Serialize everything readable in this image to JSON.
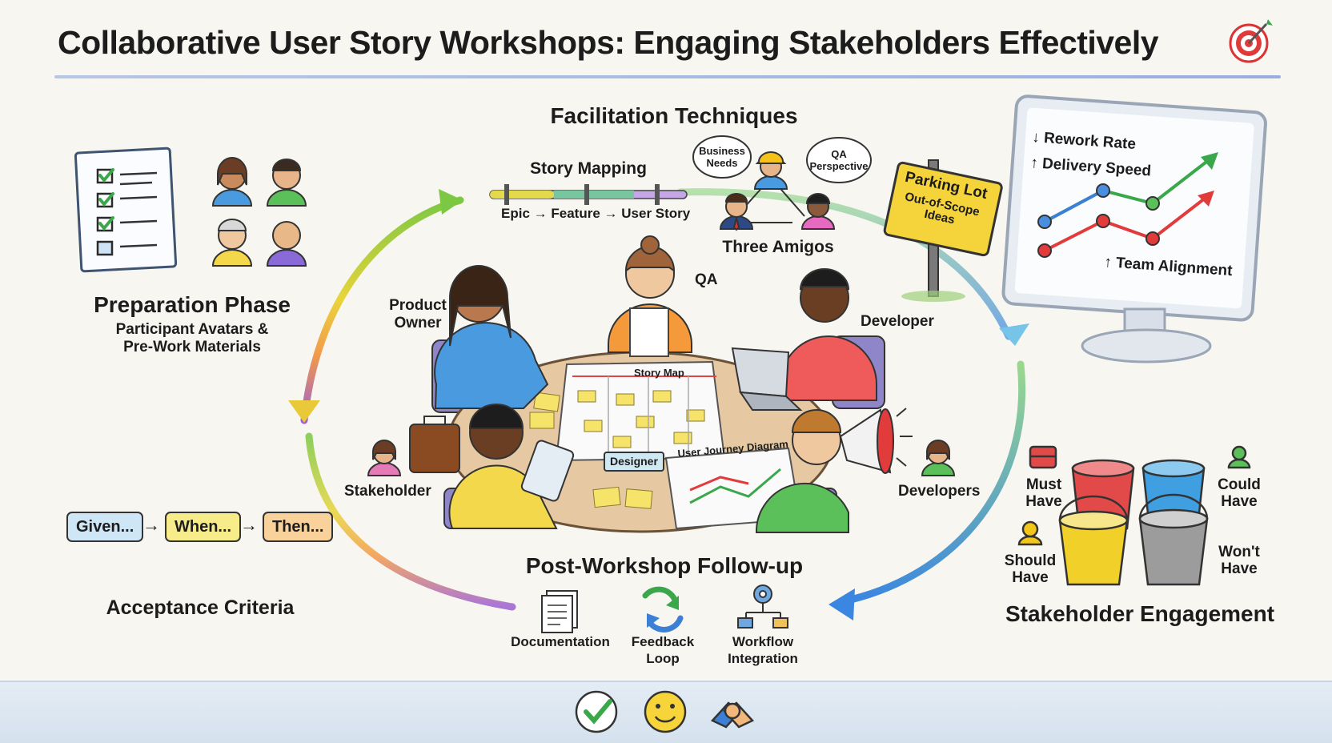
{
  "title": "Collaborative User Story Workshops: Engaging Stakeholders Effectively",
  "preparation": {
    "heading": "Preparation Phase",
    "subtitle_line1": "Participant Avatars &",
    "subtitle_line2": "Pre-Work Materials"
  },
  "facilitation": {
    "heading": "Facilitation Techniques",
    "story_mapping": {
      "label": "Story Mapping",
      "flow": [
        "Epic",
        "Feature",
        "User Story"
      ]
    },
    "three_amigos": {
      "label": "Three Amigos",
      "bubble_business_line1": "Business",
      "bubble_business_line2": "Needs",
      "bubble_qa_line1": "QA",
      "bubble_qa_line2": "Perspective"
    }
  },
  "parking_lot": {
    "title": "Parking Lot",
    "line1": "Out-of-Scope",
    "line2": "Ideas"
  },
  "metrics": {
    "rework": "↓ Rework Rate",
    "delivery": "↑ Delivery Speed",
    "alignment": "↑ Team Alignment"
  },
  "table": {
    "roles": {
      "qa": "QA",
      "product_owner_line1": "Product",
      "product_owner_line2": "Owner",
      "developer": "Developer",
      "stakeholder": "Stakeholder",
      "developers": "Developers",
      "designer": "Designer"
    },
    "story_map_label": "Story Map",
    "journey_label": "User Journey Diagram"
  },
  "acceptance": {
    "heading": "Acceptance Criteria",
    "steps": [
      "Given...",
      "When...",
      "Then..."
    ]
  },
  "post_workshop": {
    "heading": "Post-Workshop Follow-up",
    "items": [
      {
        "line1": "Documentation",
        "line2": ""
      },
      {
        "line1": "Feedback",
        "line2": "Loop"
      },
      {
        "line1": "Workflow",
        "line2": "Integration"
      }
    ]
  },
  "stakeholder_engagement": {
    "heading": "Stakeholder Engagement",
    "must_line1": "Must",
    "must_line2": "Have",
    "could_line1": "Could",
    "could_line2": "Have",
    "should_line1": "Should",
    "should_line2": "Have",
    "wont_line1": "Won't",
    "wont_line2": "Have"
  },
  "colors": {
    "must": "#e24a4a",
    "could": "#3f9fe0",
    "should": "#f2d02a",
    "wont": "#9c9c9c",
    "accent_red": "#e23b3b",
    "accent_green": "#3aa84a",
    "accent_blue": "#3b7fd6"
  },
  "icons": [
    "target-icon",
    "checklist-icon",
    "document-icon",
    "refresh-icon",
    "workflow-icon",
    "checkmark-icon",
    "smiley-icon",
    "handshake-icon",
    "megaphone-icon",
    "laptop-icon",
    "briefcase-icon",
    "tablet-icon"
  ]
}
